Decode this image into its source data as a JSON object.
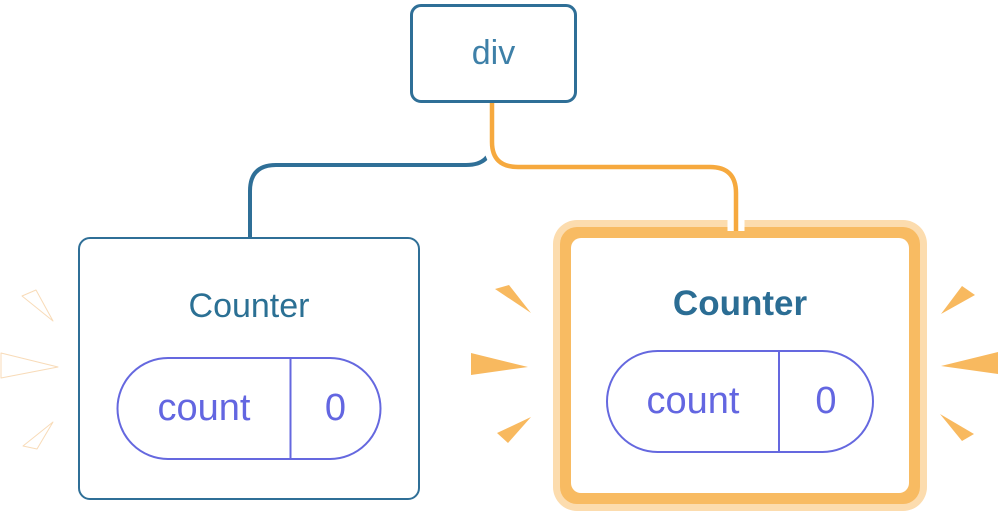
{
  "diagram": {
    "description": "Component tree: a div root with two Counter children; the right Counter (and its subtree) is highlighted as re-rendering",
    "root": {
      "label": "div"
    },
    "children": [
      {
        "label": "Counter",
        "state": {
          "key": "count",
          "value": "0"
        },
        "highlighted": false
      },
      {
        "label": "Counter",
        "state": {
          "key": "count",
          "value": "0"
        },
        "highlighted": true
      }
    ]
  },
  "colors": {
    "node_border_blue": "#2f6f97",
    "root_label_blue": "#3e80a8",
    "counter_title_teal": "#2b6d94",
    "state_pill_purple": "#6366e1",
    "connector_orange": "#f6a93e",
    "connector_casing": "#ffffff",
    "highlight_ring_orange": "#f8bb62",
    "highlight_ring_cream": "#fcdcae",
    "sparkle_orange": "#f8b95f",
    "sparkle_white": "#ffffff"
  }
}
